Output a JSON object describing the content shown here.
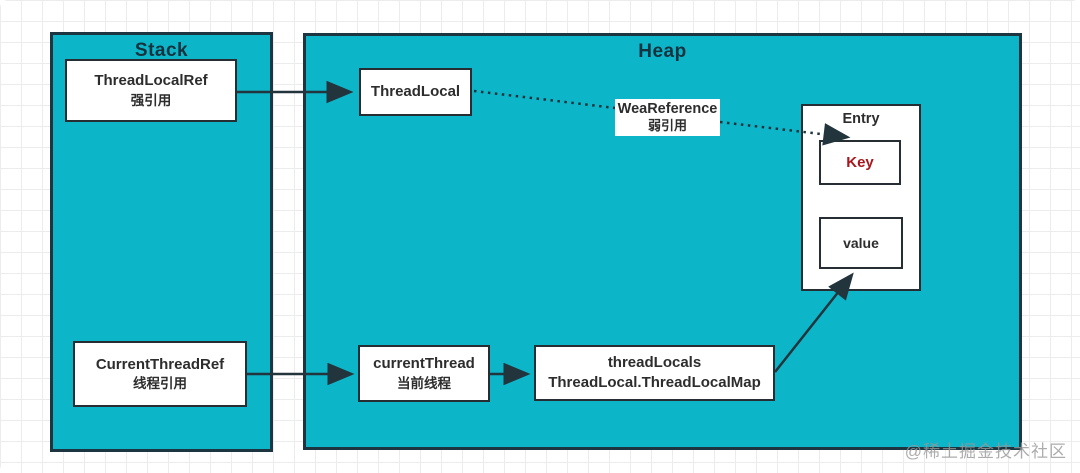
{
  "colors": {
    "teal": "#0db5c9",
    "region-border": "#1c3540",
    "box-border": "#272e33",
    "text": "#2d2d2d",
    "title": "#15333f",
    "key-red": "#a8161e",
    "arrow": "#22343c",
    "watermark": "#989898"
  },
  "regions": {
    "stack": {
      "title": "Stack"
    },
    "heap": {
      "title": "Heap"
    }
  },
  "nodes": {
    "thread_local_ref": {
      "name": "ThreadLocalRef",
      "subtitle": "强引用"
    },
    "current_thread_ref": {
      "name": "CurrentThreadRef",
      "subtitle": "线程引用"
    },
    "thread_local": {
      "name": "ThreadLocal"
    },
    "wea_reference": {
      "name": "WeaReference",
      "subtitle": "弱引用"
    },
    "entry": {
      "title": "Entry"
    },
    "entry_key": {
      "name": "Key"
    },
    "entry_value": {
      "name": "value"
    },
    "current_thread": {
      "name": "currentThread",
      "subtitle": "当前线程"
    },
    "thread_locals": {
      "name": "threadLocals",
      "subtitle": "ThreadLocal.ThreadLocalMap"
    }
  },
  "edges": [
    {
      "from": "ThreadLocalRef",
      "to": "ThreadLocal",
      "style": "solid"
    },
    {
      "from": "ThreadLocal",
      "to": "Entry.Key",
      "style": "dotted",
      "label": "WeaReference 弱引用"
    },
    {
      "from": "CurrentThreadRef",
      "to": "currentThread",
      "style": "solid"
    },
    {
      "from": "currentThread",
      "to": "threadLocals",
      "style": "solid"
    },
    {
      "from": "threadLocals",
      "to": "Entry.value",
      "style": "solid"
    }
  ],
  "watermark": "@稀土掘金技术社区"
}
